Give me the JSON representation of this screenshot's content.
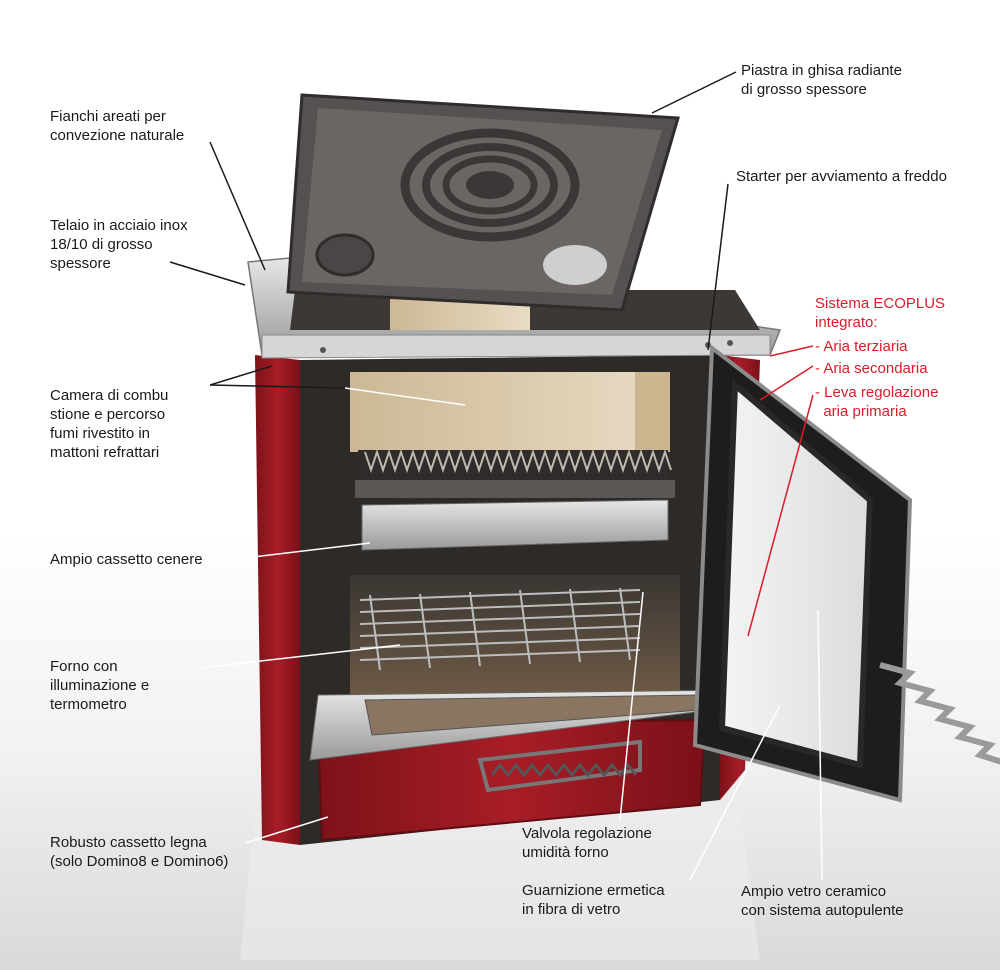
{
  "labels": {
    "fianchi": "Fianchi areati per\nconvezione naturale",
    "piastra": "Piastra in ghisa radiante\ndi grosso spessore",
    "starter": "Starter per avviamento a freddo",
    "telaio": "Telaio in acciaio inox\n18/10 di grosso\nspessore",
    "ecoplus_title": "Sistema ECOPLUS\nintegrato:",
    "aria_terziaria": "- Aria terziaria",
    "aria_secondaria": "- Aria secondaria",
    "leva": "- Leva regolazione\n  aria primaria",
    "camera": "Camera di combu\nstione e percorso\nfumi rivestito in\nmattoni refrattari",
    "cassetto_cenere": "Ampio cassetto cenere",
    "forno": "Forno con\nilluminazione e\ntermometro",
    "cassetto_legna": "Robusto cassetto legna\n(solo Domino8 e Domino6)",
    "valvola": "Valvola regolazione\numidità forno",
    "guarnizione": "Guarnizione ermetica\nin fibra di vetro",
    "vetro": "Ampio vetro ceramico\ncon sistema autopulente"
  },
  "colors": {
    "body_red": "#9e1b24",
    "accent_red": "#d81e2a",
    "steel": "#c9c9c9",
    "cast_iron": "#4a4848",
    "firebrick": "#d9c7a8"
  }
}
